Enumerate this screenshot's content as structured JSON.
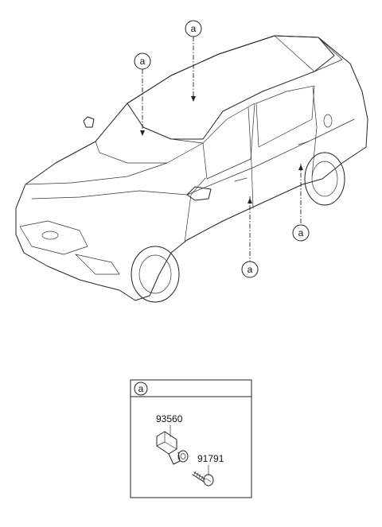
{
  "callouts": {
    "roof": "a",
    "windshield": "a",
    "front_door": "a",
    "rear_door": "a"
  },
  "detail_box": {
    "header_label": "a",
    "parts": [
      {
        "number": "93560"
      },
      {
        "number": "91791"
      }
    ]
  }
}
